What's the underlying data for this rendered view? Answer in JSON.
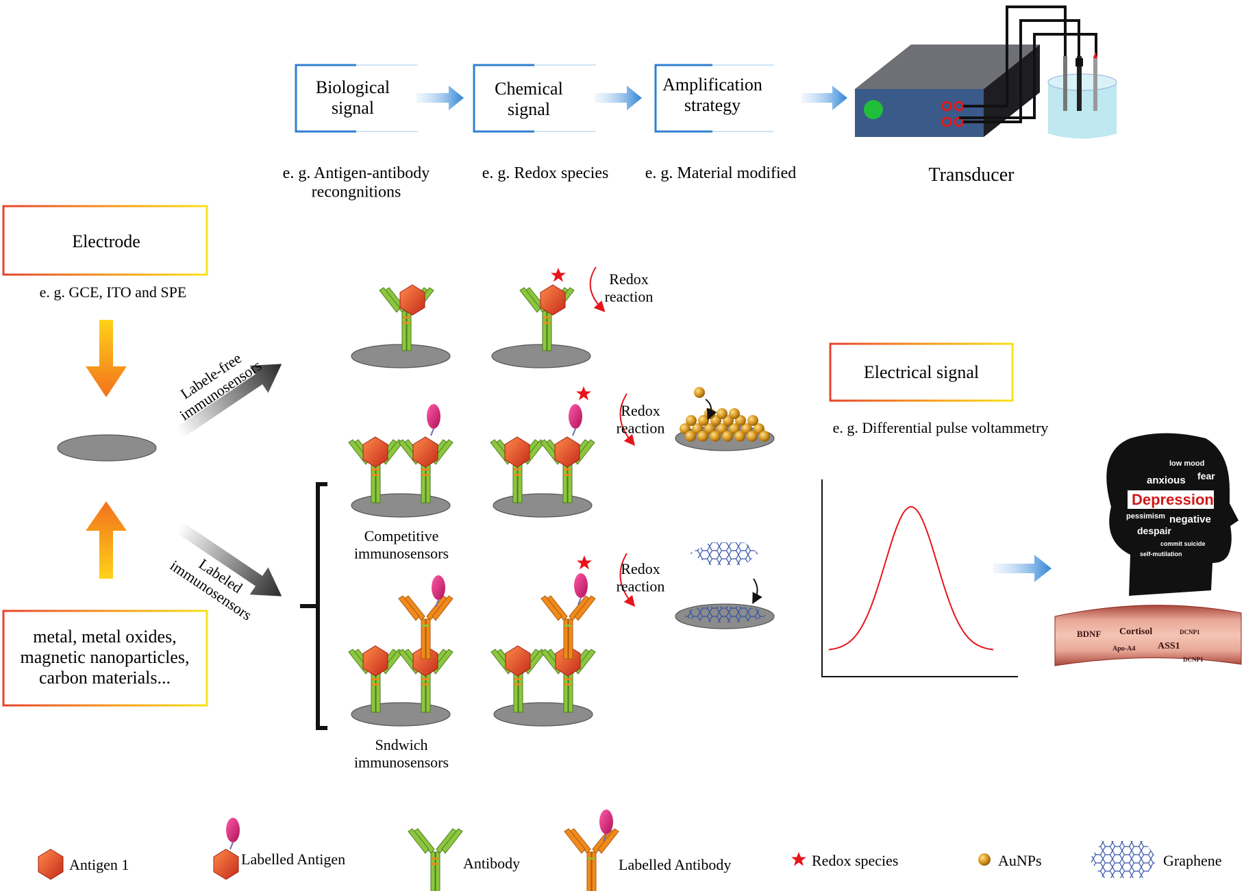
{
  "flow": {
    "biological": "Biological\nsignal",
    "chemical": "Chemical\nsignal",
    "amplification": "Amplification\nstrategy",
    "eg_biological": "e. g. Antigen-antibody\nrecongnitions",
    "eg_chemical": "e. g. Redox species",
    "eg_amplification": "e. g. Material modified",
    "transducer": "Transducer"
  },
  "left": {
    "electrode": "Electrode",
    "eg_electrode": "e. g. GCE, ITO and SPE",
    "materials": "metal, metal oxides,\nmagnetic nanoparticles,\ncarbon materials...",
    "label_free": "Labele-free\nimmunosensors",
    "labeled": "Labeled\nimmunosensors"
  },
  "middle": {
    "redox_1": "Redox\nreaction",
    "redox_2": "Redox\nreaction",
    "redox_3": "Redox\nreaction",
    "competitive": "Competitive\nimmunosensors",
    "sandwich": "Sndwich\nimmunosensors"
  },
  "right": {
    "electrical_signal": "Electrical signal",
    "eg_signal": "e. g. Differential pulse voltammetry",
    "head_words": {
      "low_mood": "low mood",
      "anxious": "anxious",
      "fear": "fear",
      "depression": "Depression",
      "pessimism": "pessimism",
      "negative": "negative",
      "despair": "despair",
      "commit_suicide": "commit suicide",
      "self_mutilation": "self-mutilation"
    },
    "vessel_words": {
      "bdnf": "BDNF",
      "cortisol": "Cortisol",
      "dcnp1_a": "DCNP1",
      "apo_a4": "Apo-A4",
      "ass1": "ASS1",
      "dcnp1_b": "DCNP1"
    }
  },
  "legend": {
    "antigen": "Antigen 1",
    "labelled_antigen": "Labelled Antigen",
    "antibody": "Antibody",
    "labelled_antibody": "Labelled Antibody",
    "redox_species": "Redox species",
    "aunps": "AuNPs",
    "graphene": "Graphene"
  },
  "colors": {
    "antigen": "#e0452a",
    "antibody": "#8cc63f",
    "labelled_antibody": "#f08a1c",
    "label": "#d6267a",
    "redox_star": "#e8141c",
    "aunp": "#d4921c",
    "graphene": "#3050a8",
    "disk": "#8c8c8c",
    "curve": "#e8141c",
    "flow_arrow": "#3a8fd8"
  }
}
